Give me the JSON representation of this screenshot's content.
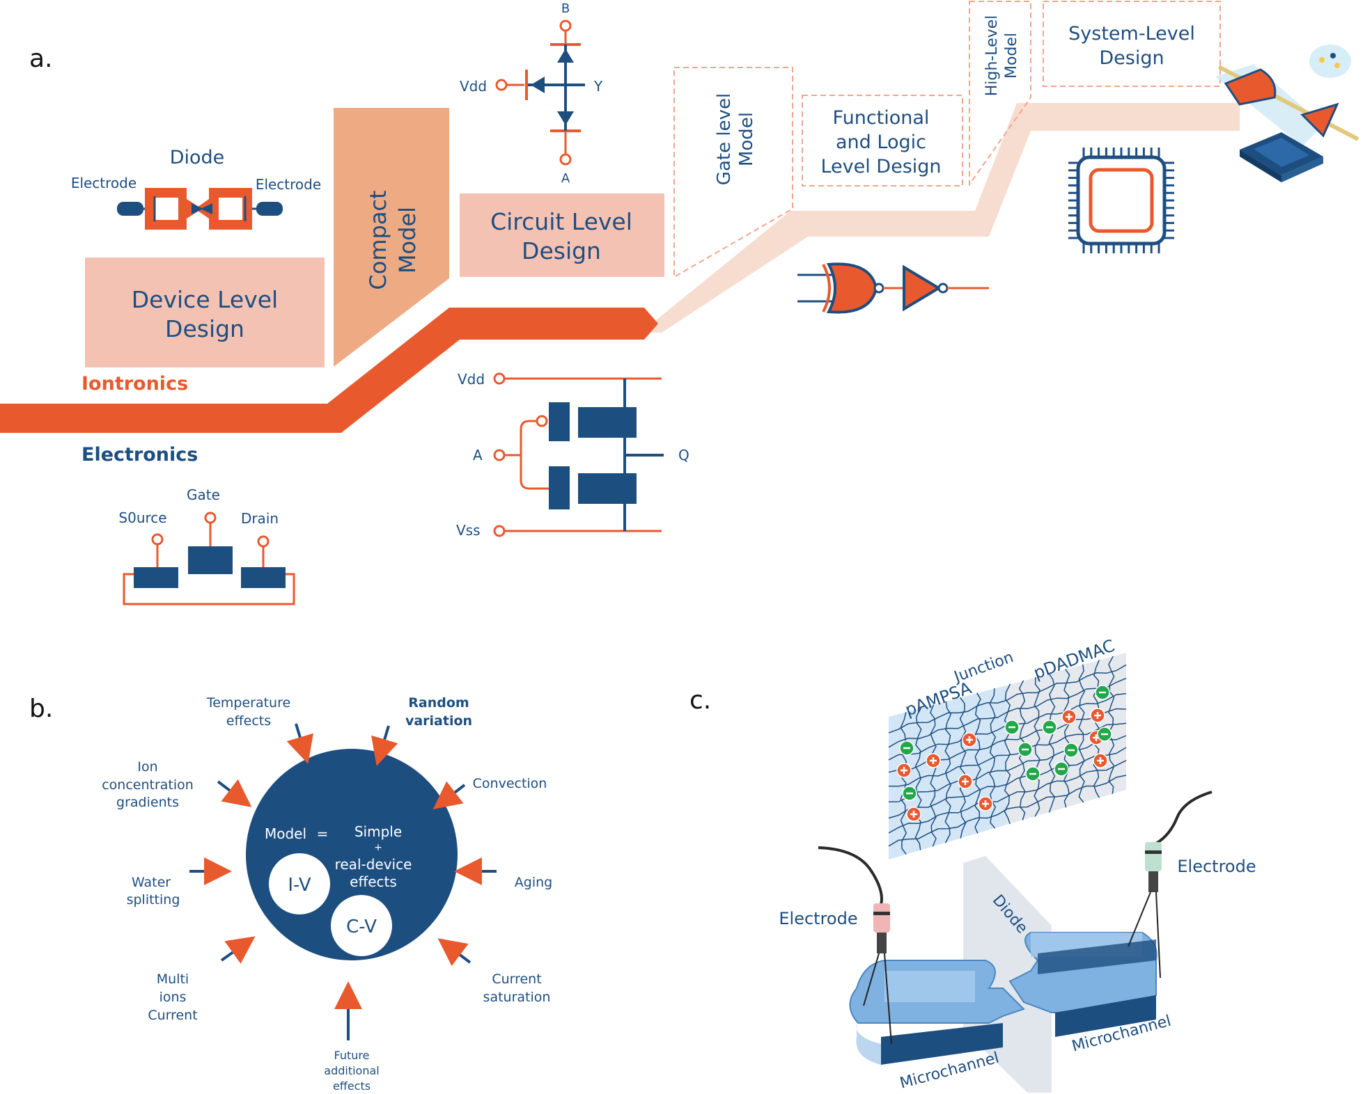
{
  "colors": {
    "navy": "#1d4e80",
    "orange": "#e8592e",
    "peach": "#f4c2b3",
    "salmon": "#eeab83",
    "pale": "#f6ddd0",
    "light_blue": "#cfe1f3"
  },
  "panel_a": {
    "label": "a.",
    "diode_title": "Diode",
    "electrode_left": "Electrode",
    "electrode_right": "Electrode",
    "device_level": [
      "Device Level",
      "Design"
    ],
    "compact_model": [
      "Compact",
      "Model"
    ],
    "circuit_level": [
      "Circuit Level",
      "Design"
    ],
    "gate_level_model": [
      "Gate level",
      "Model"
    ],
    "functional_logic": [
      "Functional",
      "and Logic",
      "Level Design"
    ],
    "high_level_model": [
      "High-Level",
      "Model"
    ],
    "system_level": [
      "System-Level",
      "Design"
    ],
    "iontronics": "Iontronics",
    "electronics": "Electronics",
    "transistor": {
      "source": "S0urce",
      "gate": "Gate",
      "drain": "Drain"
    },
    "ion_inverter": {
      "b": "B",
      "a": "A",
      "vdd": "Vdd",
      "y": "Y"
    },
    "cmos_inverter": {
      "vdd": "Vdd",
      "a": "A",
      "q": "Q",
      "vss": "Vss"
    }
  },
  "panel_b": {
    "label": "b.",
    "model": "Model",
    "equals": "=",
    "simple": "Simple",
    "plus": "+",
    "real_device": "real-device",
    "effects": "effects",
    "iv": "I-V",
    "cv": "C-V",
    "factors": {
      "temperature": [
        "Temperature",
        "effects"
      ],
      "random": [
        "Random",
        "variation"
      ],
      "ion_conc": [
        "Ion",
        "concentration",
        "gradients"
      ],
      "convection": [
        "Convection"
      ],
      "water": [
        "Water",
        "splitting"
      ],
      "aging": [
        "Aging"
      ],
      "multi": [
        "Multi",
        "ions",
        "Current"
      ],
      "saturation": [
        "Current",
        "saturation"
      ],
      "future": [
        "Future",
        "additional",
        "effects"
      ]
    }
  },
  "panel_c": {
    "label": "c.",
    "junction": "Junction",
    "pampsa": "pAMPSA",
    "pdadmac": "pDADMAC",
    "electrode_left": "Electrode",
    "electrode_right": "Electrode",
    "diode": "Diode",
    "microchannel_left": "Microchannel",
    "microchannel_right": "Microchannel"
  }
}
